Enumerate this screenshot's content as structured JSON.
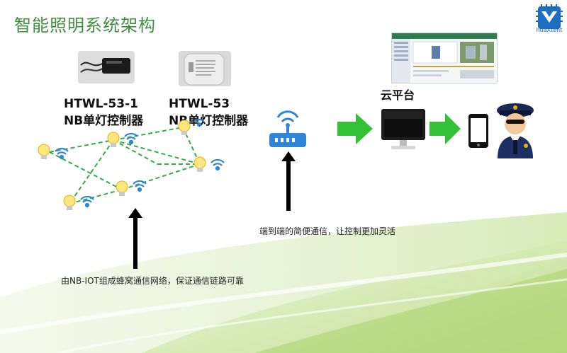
{
  "slide": {
    "title": "智能照明系统架构",
    "logo_text": "huaXtent"
  },
  "devices": [
    {
      "model": "HTWL-53-1",
      "name": "NB单灯控制器"
    },
    {
      "model": "HTWL-53",
      "name": "NB单灯控制器"
    }
  ],
  "cloud": {
    "label": "云平台"
  },
  "captions": {
    "end_to_end": "端到端的简便通信，让控制更加灵活",
    "nbiot": "由NB-IOT组成蜂窝通信网络，保证通信链路可靠"
  },
  "colors": {
    "title": "#3f8f3f",
    "mesh_line": "#2fae4a",
    "flow_arrow": "#35c135",
    "router": "#2f86d6",
    "wifi": "#2f86d6"
  }
}
